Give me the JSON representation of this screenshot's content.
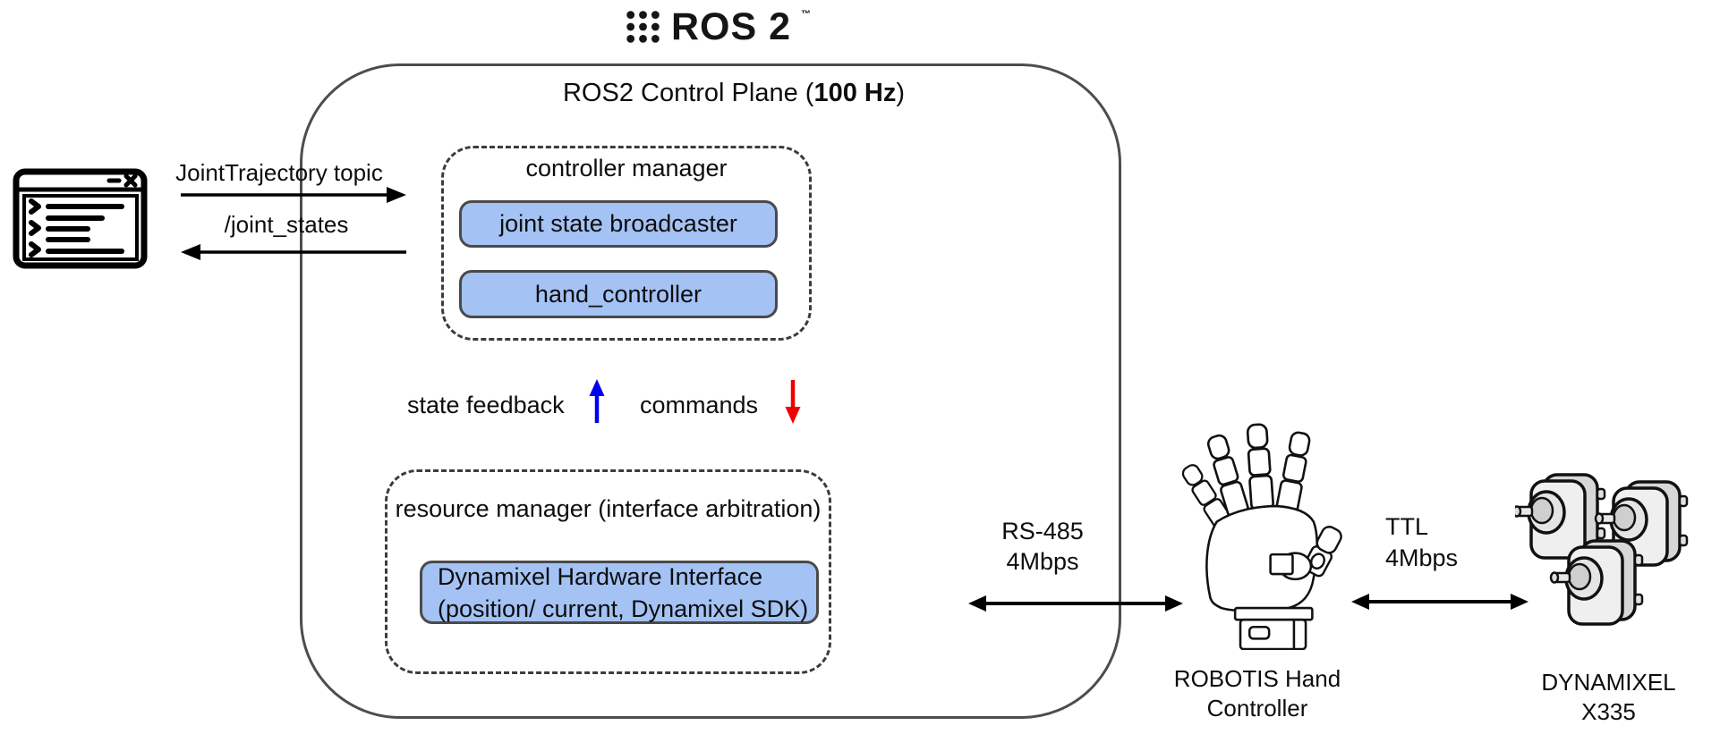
{
  "logo": {
    "text": "ROS 2",
    "tm": "™"
  },
  "control_plane": {
    "title_prefix": "ROS2 Control Plane (",
    "title_bold": "100 Hz",
    "title_suffix": ")",
    "controller_manager": {
      "label": "controller manager",
      "controllers": [
        "joint state broadcaster",
        "hand_controller"
      ]
    },
    "flows": {
      "state_feedback": "state feedback",
      "commands": "commands"
    },
    "resource_manager": {
      "label": "resource manager (interface arbitration)",
      "interface_line1": "Dynamixel Hardware Interface",
      "interface_line2": "(position/ current, Dynamixel SDK)"
    }
  },
  "client_node": {
    "publish_label": "JointTrajectory topic",
    "subscribe_label": "/joint_states"
  },
  "buses": {
    "rs485": {
      "name": "RS-485",
      "speed": "4Mbps"
    },
    "ttl": {
      "name": "TTL",
      "speed": "4Mbps"
    }
  },
  "devices": {
    "hand_controller": {
      "label_line1": "ROBOTIS Hand",
      "label_line2": "Controller"
    },
    "motors": {
      "label": "DYNAMIXEL X335"
    }
  },
  "colors": {
    "node_fill": "#a4c2f4",
    "node_border": "#4a4a4a",
    "dashed_border": "#3c3c3c",
    "outer_border": "#4d4d4d",
    "feedback_arrow": "#0000ee",
    "command_arrow": "#ee0000"
  }
}
